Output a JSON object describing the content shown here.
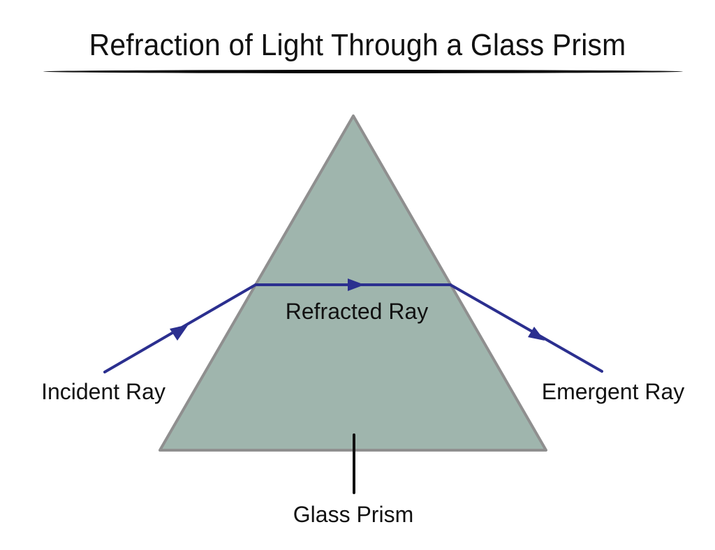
{
  "title": "Refraction of Light Through a Glass Prism",
  "labels": {
    "incident_ray": "Incident Ray",
    "refracted_ray": "Refracted Ray",
    "emergent_ray": "Emergent Ray",
    "glass_prism": "Glass Prism"
  },
  "colors": {
    "prism_fill": "#9fb5ad",
    "prism_edge": "#8f8f8f",
    "ray": "#2b2f8f",
    "text": "#111111",
    "background": "#ffffff"
  }
}
